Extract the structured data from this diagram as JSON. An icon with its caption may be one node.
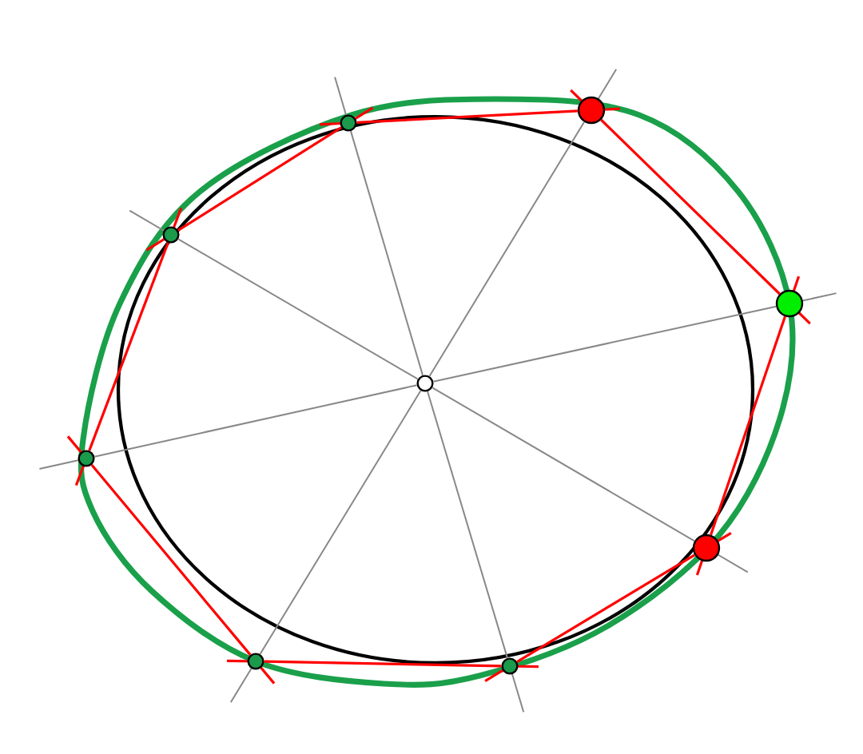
{
  "diagram": {
    "nodes": [
      {
        "text": [],
        "shape": "circle"
      },
      {
        "text": [],
        "shape": "circle"
      },
      {
        "text": [],
        "shape": "circle"
      },
      {
        "text": [],
        "shape": "circle"
      },
      {
        "text": [],
        "shape": "circle"
      },
      {
        "text": [],
        "shape": "circle"
      },
      {
        "text": [],
        "shape": "circle"
      },
      {
        "text": [],
        "shape": "circle"
      },
      {
        "text": [],
        "shape": "circle"
      }
    ],
    "edges": [
      {
        "from": 1,
        "to": 0,
        "arrow": "none",
        "color": "#ff0000"
      },
      {
        "from": 0,
        "to": 3,
        "arrow": "none",
        "color": "#ff0000"
      },
      {
        "from": 3,
        "to": 6,
        "arrow": "none",
        "color": "#ff0000"
      },
      {
        "from": 6,
        "to": 8,
        "arrow": "none",
        "color": "#ff0000"
      },
      {
        "from": 8,
        "to": 7,
        "arrow": "none",
        "color": "#ff0000"
      },
      {
        "from": 7,
        "to": 5,
        "arrow": "none",
        "color": "#ff0000"
      },
      {
        "from": 5,
        "to": 2,
        "arrow": "none",
        "color": "#ff0000"
      },
      {
        "from": 2,
        "to": 1,
        "arrow": "none",
        "color": "#ff0000"
      },
      {
        "from": 4,
        "to": 0,
        "arrow": "none",
        "color": "#888888"
      },
      {
        "from": 4,
        "to": 1,
        "arrow": "none",
        "color": "#888888"
      },
      {
        "from": 4,
        "to": 2,
        "arrow": "none",
        "color": "#888888"
      },
      {
        "from": 4,
        "to": 3,
        "arrow": "none",
        "color": "#888888"
      },
      {
        "from": 4,
        "to": 5,
        "arrow": "none",
        "color": "#888888"
      },
      {
        "from": 4,
        "to": 6,
        "arrow": "none",
        "color": "#888888"
      },
      {
        "from": 4,
        "to": 7,
        "arrow": "none",
        "color": "#888888"
      },
      {
        "from": 4,
        "to": 8,
        "arrow": "none",
        "color": "#888888"
      }
    ]
  }
}
